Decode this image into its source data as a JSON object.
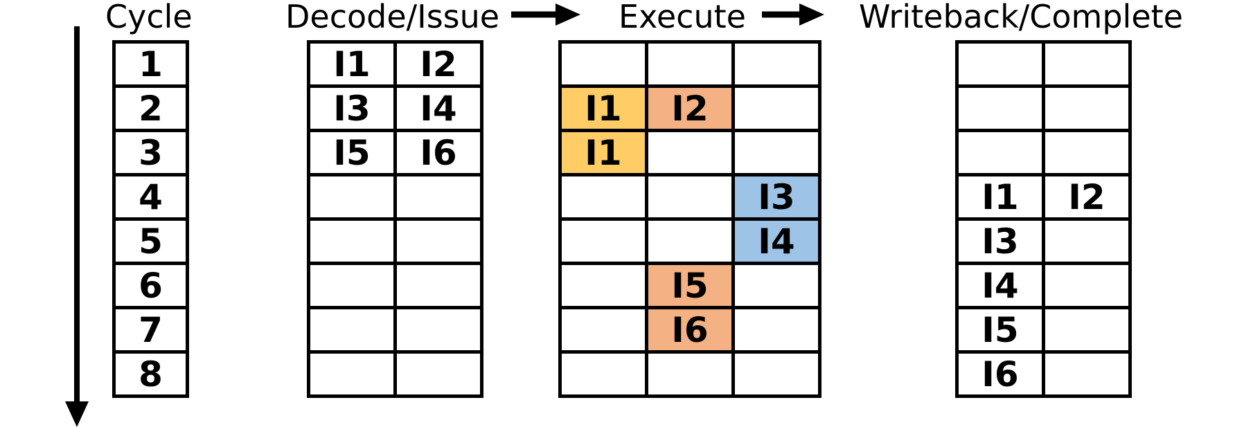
{
  "headers": {
    "cycle": "Cycle",
    "decode": "Decode/Issue",
    "execute": "Execute",
    "writeback": "Writeback/Complete"
  },
  "colors": {
    "unit_a": "#FFCC66",
    "unit_b": "#F4B183",
    "unit_c": "#9DC3E6"
  },
  "cycles": [
    "1",
    "2",
    "3",
    "4",
    "5",
    "6",
    "7",
    "8"
  ],
  "decode": [
    [
      "I1",
      "I2"
    ],
    [
      "I3",
      "I4"
    ],
    [
      "I5",
      "I6"
    ],
    [
      "",
      ""
    ],
    [
      "",
      ""
    ],
    [
      "",
      ""
    ],
    [
      "",
      ""
    ],
    [
      "",
      ""
    ]
  ],
  "execute": [
    [
      "",
      "",
      ""
    ],
    [
      "I1",
      "I2",
      ""
    ],
    [
      "I1",
      "",
      ""
    ],
    [
      "",
      "",
      "I3"
    ],
    [
      "",
      "",
      "I4"
    ],
    [
      "",
      "I5",
      ""
    ],
    [
      "",
      "I6",
      ""
    ],
    [
      "",
      "",
      ""
    ]
  ],
  "writeback": [
    [
      "",
      ""
    ],
    [
      "",
      ""
    ],
    [
      "",
      ""
    ],
    [
      "I1",
      "I2"
    ],
    [
      "I3",
      ""
    ],
    [
      "I4",
      ""
    ],
    [
      "I5",
      ""
    ],
    [
      "I6",
      ""
    ]
  ]
}
